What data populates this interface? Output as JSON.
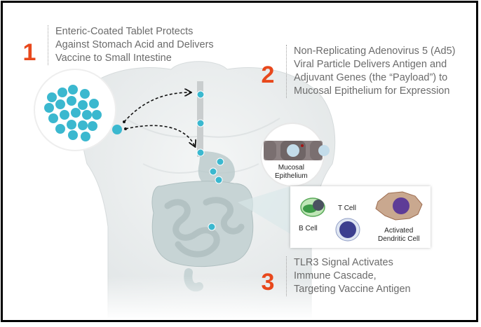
{
  "steps": [
    {
      "number": "1",
      "lines": [
        "Enteric-Coated Tablet Protects",
        "Against Stomach Acid and Delivers",
        "Vaccine to Small Intestine"
      ]
    },
    {
      "number": "2",
      "lines": [
        "Non-Replicating Adenovirus 5 (Ad5)",
        "Viral Particle Delivers Antigen and",
        "Adjuvant Genes (the “Payload”) to",
        "Mucosal Epithelium for Expression"
      ]
    },
    {
      "number": "3",
      "lines": [
        "TLR3 Signal Activates",
        "Immune Cascade,",
        "Targeting Vaccine Antigen"
      ]
    }
  ],
  "callouts": {
    "mucosal": [
      "Mucosal",
      "Epithelium"
    ],
    "b_cell": "B Cell",
    "t_cell": "T Cell",
    "dendritic": [
      "Activated",
      "Dendritic Cell"
    ]
  },
  "colors": {
    "accent": "#e8481c",
    "tablet": "#3bb8cf",
    "body_text": "#6b6b6b"
  }
}
